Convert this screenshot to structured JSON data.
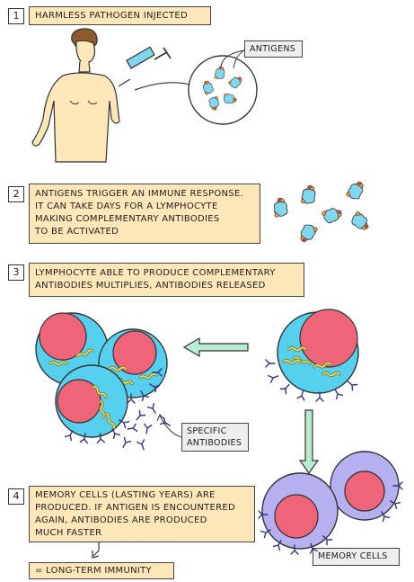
{
  "steps": [
    {
      "num": "1",
      "text": [
        "HARMLESS PATHOGEN INJECTED"
      ]
    },
    {
      "num": "2",
      "text": [
        "ANTIGENS TRIGGER AN IMMUNE RESPONSE.",
        "IT CAN TAKE DAYS FOR A LYMPHOCYTE",
        "MAKING COMPLEMENTARY ANTIBODIES",
        "TO BE ACTIVATED"
      ]
    },
    {
      "num": "3",
      "text": [
        "LYMPHOCYTE ABLE TO PRODUCE COMPLEMENTARY",
        "ANTIBODIES MULTIPLIES, ANTIBODIES RELEASED"
      ]
    },
    {
      "num": "4",
      "text": [
        "MEMORY CELLS (LASTING YEARS) ARE",
        "PRODUCED. IF ANTIGEN IS ENCOUNTERED",
        "AGAIN, ANTIBODIES ARE PRODUCED",
        "MUCH FASTER"
      ]
    }
  ],
  "labels": {
    "antigens": "ANTIGENS",
    "specific_antibodies": [
      "SPECIFIC",
      "ANTIBODIES"
    ],
    "memory_cells": "MEMORY CELLS"
  },
  "result": "= LONG-TERM IMMUNITY",
  "colors": {
    "step_box": "#fde6b8",
    "label_box": "#eeeeee",
    "skin": "#fde6b8",
    "hair": "#8b5a2b",
    "cell_blue": "#55d0ee",
    "nucleus_pink": "#f0647a",
    "memory_purple": "#b5b0f0",
    "antigen_blue": "#7fd8f0",
    "antigen_orange": "#f49a3a",
    "antigen_red": "#e0474f",
    "arrow_green": "#b8ecd0",
    "antibody_navy": "#2e3580",
    "syringe_blue": "#7fd8f0"
  }
}
